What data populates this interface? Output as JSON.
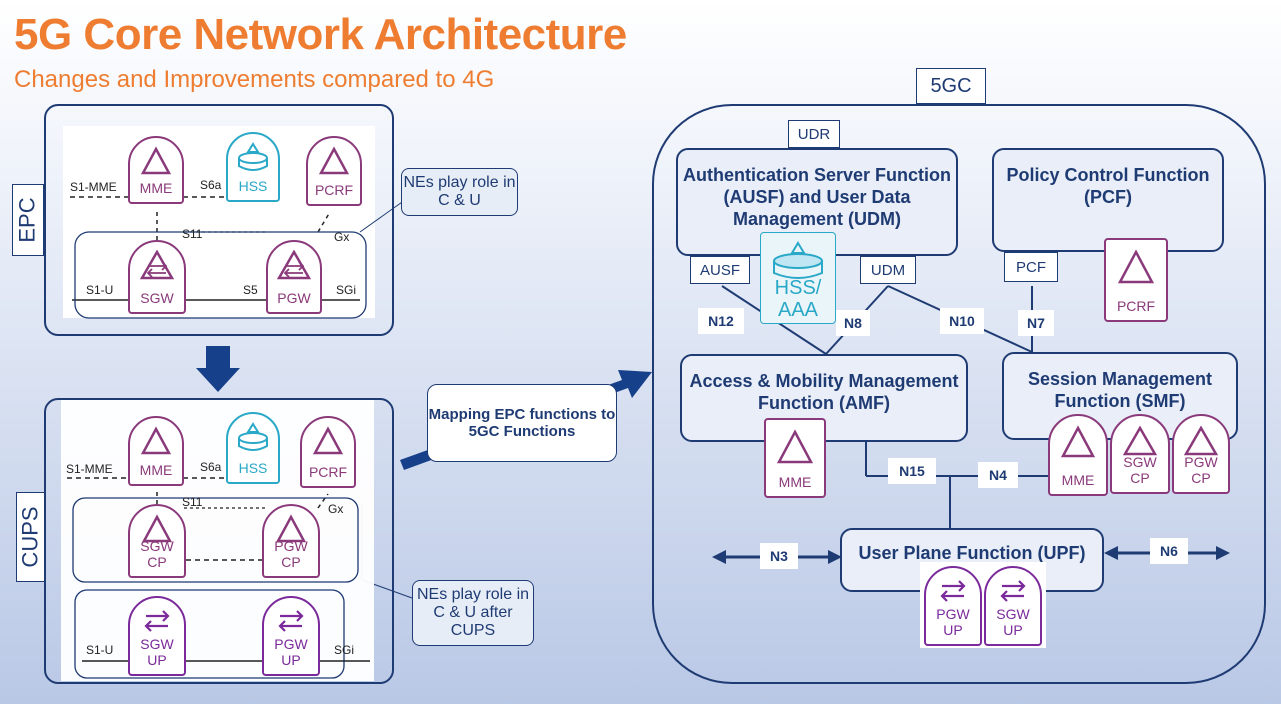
{
  "header": {
    "title": "5G Core Network Architecture",
    "subtitle": "Changes and Improvements compared to 4G"
  },
  "epc": {
    "side_label": "EPC",
    "callout": "NEs play role in C & U",
    "nodes": {
      "mme": "MME",
      "hss": "HSS",
      "pcrf": "PCRF",
      "sgw": "SGW",
      "pgw": "PGW"
    },
    "interfaces": {
      "s1mme": "S1-MME",
      "s6a": "S6a",
      "s11": "S11",
      "gx": "Gx",
      "s1u": "S1-U",
      "s5": "S5",
      "sgi": "SGi"
    }
  },
  "cups": {
    "side_label": "CUPS",
    "callout": "NEs play role in C & U after CUPS",
    "nodes": {
      "mme": "MME",
      "hss": "HSS",
      "pcrf": "PCRF",
      "sgw_cp_1": "SGW",
      "sgw_cp_2": "CP",
      "pgw_cp_1": "PGW",
      "pgw_cp_2": "CP",
      "sgw_up_1": "SGW",
      "sgw_up_2": "UP",
      "pgw_up_1": "PGW",
      "pgw_up_2": "UP"
    },
    "interfaces": {
      "s1mme": "S1-MME",
      "s6a": "S6a",
      "s11": "S11",
      "gx": "Gx",
      "s1u": "S1-U",
      "sgi": "SGi"
    }
  },
  "mapping": {
    "label": "Mapping EPC functions to 5GC Functions"
  },
  "fivegc": {
    "label": "5GC",
    "functions": {
      "ausf_udm": "Authentication Server Function (AUSF) and User Data Management (UDM)",
      "pcf": "Policy Control Function (PCF)",
      "amf": "Access & Mobility Management Function (AMF)",
      "smf": "Session Management Function (SMF)",
      "upf": "User Plane Function (UPF)"
    },
    "tags": {
      "udr": "UDR",
      "ausf": "AUSF",
      "udm": "UDM",
      "pcf": "PCF"
    },
    "interfaces": {
      "n12": "N12",
      "n8": "N8",
      "n10": "N10",
      "n7": "N7",
      "n15": "N15",
      "n4": "N4",
      "n3": "N3",
      "n6": "N6"
    },
    "nodes": {
      "hss_aaa_1": "HSS/",
      "hss_aaa_2": "AAA",
      "pcrf": "PCRF",
      "mme_amf": "MME",
      "mme_smf": "MME",
      "sgw_cp_1": "SGW",
      "sgw_cp_2": "CP",
      "pgw_cp_1": "PGW",
      "pgw_cp_2": "CP",
      "pgw_up_1": "PGW",
      "pgw_up_2": "UP",
      "sgw_up_1": "SGW",
      "sgw_up_2": "UP"
    }
  }
}
